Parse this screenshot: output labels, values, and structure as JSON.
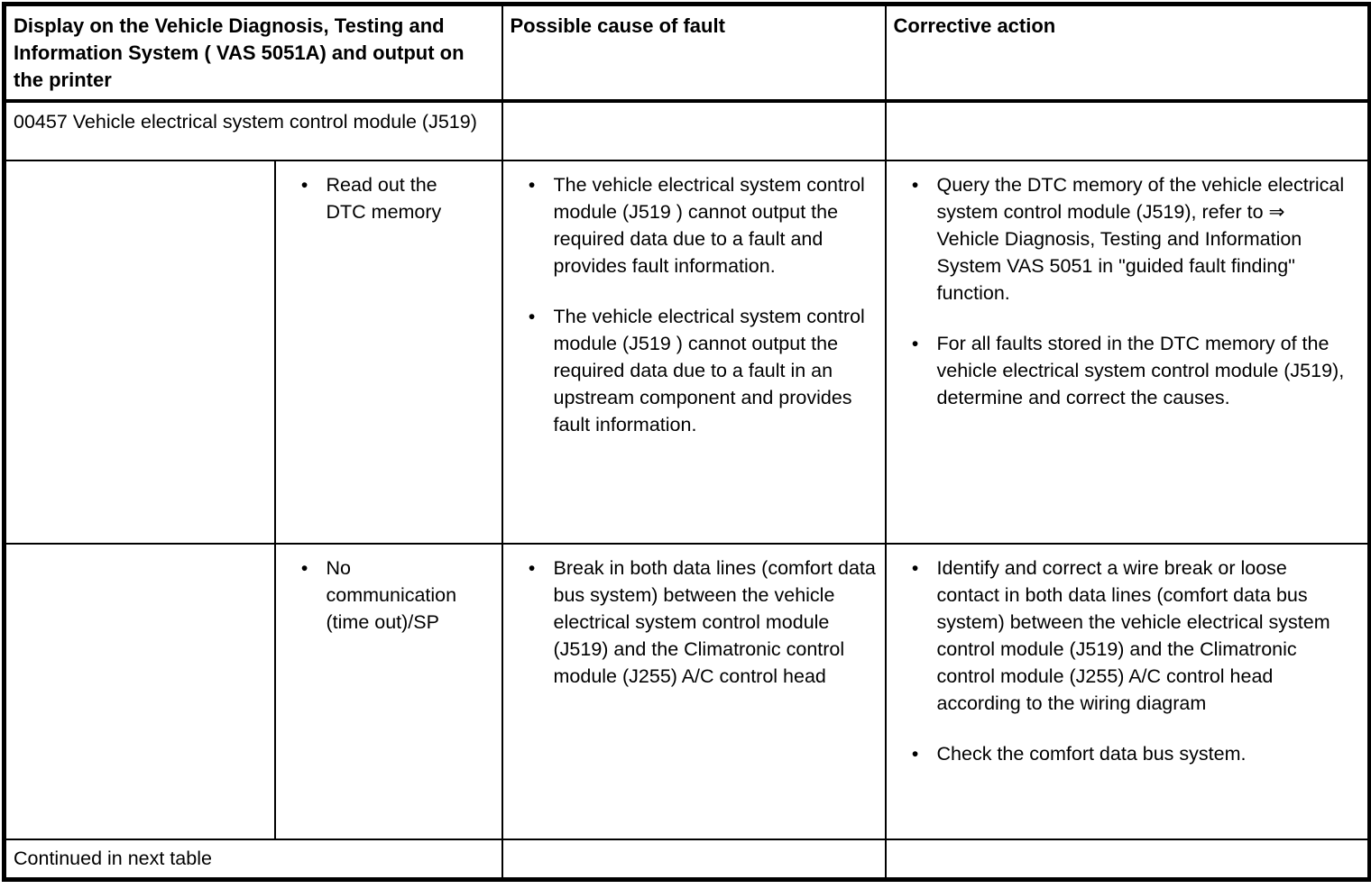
{
  "glyphs": {
    "bullet": "●"
  },
  "table": {
    "headers": {
      "display": "Display on the Vehicle Diagnosis, Testing and Information System ( VAS 5051A) and output on the printer",
      "cause": "Possible cause of fault",
      "action": "Corrective action"
    },
    "fault_code": "00457 Vehicle electrical system control module (J519)",
    "rows": [
      {
        "display": [
          "Read out the DTC memory"
        ],
        "causes": [
          "The vehicle electrical system control module (J519 ) cannot output the required data due to a fault and provides fault information.",
          "The vehicle electrical system control module (J519 ) cannot output the required data due to a fault in an upstream component and provides fault information."
        ],
        "actions": [
          "Query the DTC memory of the vehicle electrical system control module (J519), refer to ⇒ Vehicle Diagnosis, Testing and Information System VAS 5051 in \"guided fault finding\" function.",
          "For all faults stored in the DTC memory of the vehicle electrical system control module (J519), determine and correct the causes."
        ]
      },
      {
        "display": [
          "No communication (time out)/SP"
        ],
        "causes": [
          "Break in both data lines (comfort data bus system) between the vehicle electrical system control module (J519) and the Climatronic control module (J255) A/C control head"
        ],
        "actions": [
          "Identify and correct a wire break or loose contact in both data lines (comfort data bus system) between the vehicle electrical system control module (J519) and the Climatronic control module (J255) A/C control head according to the wiring diagram",
          "Check the comfort data bus system."
        ]
      }
    ],
    "footer": "Continued in next table"
  }
}
